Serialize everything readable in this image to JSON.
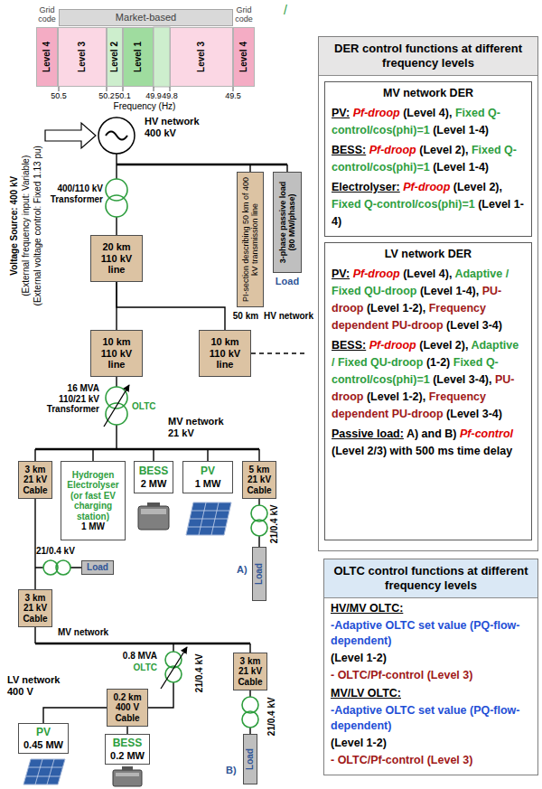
{
  "diagram": {
    "nodes": [
      {
        "text": [
          "Market-based"
        ]
      },
      {
        "text": [
          "Level 4"
        ]
      },
      {
        "text": [
          "Level 3"
        ]
      },
      {
        "text": [
          "Level 2"
        ]
      },
      {
        "text": [
          "Level 1"
        ]
      },
      {
        "text": [
          "Level 3"
        ]
      },
      {
        "text": [
          "Level 4"
        ]
      },
      {
        "text": [
          "PI-section describing 50 km of 400 kV transmission line"
        ]
      },
      {
        "text": [
          "3-phase passive load (80 MW/phase)"
        ]
      },
      {
        "text": [
          "20 km 110 kV line"
        ]
      },
      {
        "text": [
          "10 km 110 kV line"
        ]
      },
      {
        "text": [
          "10 km 110 kV line"
        ]
      },
      {
        "text": [
          "3 km 21 kV Cable"
        ]
      },
      {
        "text": [
          "Hydrogen Electrolyser (or fast EV charging station)",
          "1 MW"
        ]
      },
      {
        "text": [
          "BESS",
          "2 MW"
        ]
      },
      {
        "text": [
          "PV",
          "1 MW"
        ]
      },
      {
        "text": [
          "5 km 21 kV Cable"
        ]
      },
      {
        "text": [
          "Load"
        ]
      },
      {
        "text": [
          "Load"
        ]
      },
      {
        "text": [
          "3 km 21 kV Cable"
        ]
      },
      {
        "text": [
          "3 km 21 kV Cable"
        ]
      },
      {
        "text": [
          "0.2 km 400 V Cable"
        ]
      },
      {
        "text": [
          "PV",
          "0.45 MW"
        ]
      },
      {
        "text": [
          "BESS",
          "0.2 MW"
        ]
      },
      {
        "text": [
          "Load"
        ]
      },
      {
        "text": [
          "DER control functions at different frequency levels"
        ]
      },
      {
        "text": [
          "MV network DER",
          "PV:",
          "Pf-droop",
          "(Level 4),",
          "Fixed Q-control/cos(phi)=1",
          "(Level 1-4)",
          "BESS:",
          "Pf-droop",
          "(Level 2),",
          "Fixed Q-control/cos(phi)=1",
          "(Level 1-4)",
          "Electrolyser:",
          "Pf-droop",
          "(Level 2),",
          "Fixed Q-control/cos(phi)=1",
          "(Level 1-4)"
        ],
        "in": 25
      },
      {
        "text": [
          "LV network DER",
          "PV:",
          "Pf-droop",
          "(Level 4),",
          "Adaptive / Fixed QU-droop",
          "(Level 1-4),",
          "PU-droop",
          "(Level 1-2),",
          "Frequency dependent PU-droop",
          "(Level 3-4)",
          "BESS:",
          "Pf-droop",
          "(Level 2),",
          "Adaptive / Fixed QU-droop",
          "(1-2)",
          "Fixed Q-control/cos(phi)=1",
          "(Level 3-4),",
          "PU-droop",
          "(Level 1-2),",
          "Frequency dependent PU-droop",
          "(Level 3-4)",
          "Passive load:",
          "A) and B)",
          "Pf-control",
          "(Level 2/3) with 500 ms time delay"
        ],
        "in": 25
      },
      {
        "text": [
          "OLTC control functions at different frequency levels",
          "HV/MV OLTC:",
          "-Adaptive OLTC set value (PQ-flow-dependent)",
          "(Level 1-2)",
          "- OLTC/Pf-control (Level 3)",
          "MV/LV OLTC:",
          "-Adaptive OLTC set value (PQ-flow-dependent)",
          "(Level 1-2)",
          "- OLTC/Pf-control (Level 3)"
        ]
      }
    ],
    "edges": [
      {
        "from": 9,
        "to": 10,
        "arrow": "none"
      },
      {
        "from": 9,
        "to": 11,
        "arrow": "none"
      },
      {
        "from": 12,
        "to": 19,
        "arrow": "none"
      },
      {
        "from": 21,
        "to": 23,
        "arrow": "none"
      }
    ],
    "labels": [
      "Grid code",
      "Grid code",
      "50.5",
      "50.2",
      "50.1",
      "49.9",
      "49.8",
      "49.5",
      "Frequency (Hz)",
      "/",
      "Voltage Source: 400 kV",
      "(External frequency input: Variable)",
      "(External voltage control: Fixed 1.13 pu)",
      "HV network 400 kV",
      "400/110 kV Transformer",
      "Load",
      "50 km",
      "HV network",
      "16 MVA 110/21 kV Transformer",
      "OLTC",
      "MV network 21 kV",
      "21/0.4 kV",
      "21/0.4 kV",
      "A)",
      "MV network",
      "0.8 MVA",
      "OLTC",
      "21/0.4 kV",
      "LV network 400 V",
      "21/0.4 kV",
      "B)"
    ]
  }
}
